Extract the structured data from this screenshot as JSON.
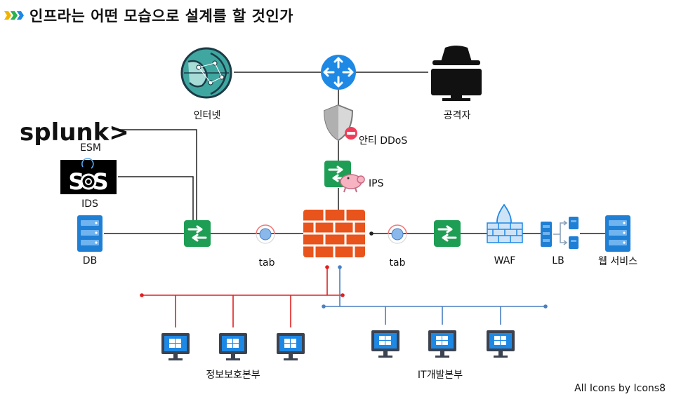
{
  "title": "인프라는 어떤 모습으로 설계를 할 것인가",
  "brand_text": "splunk>",
  "labels": {
    "internet": "인터넷",
    "attacker": "공격자",
    "anti_ddos": "안티 DDoS",
    "ips": "IPS",
    "esm": "ESM",
    "ids": "IDS",
    "db": "DB",
    "tab_left": "tab",
    "tab_right": "tab",
    "waf": "WAF",
    "lb": "LB",
    "web_service": "웹 서비스",
    "security_dept": "정보보호본부",
    "it_dept": "IT개발본부"
  },
  "credit": "All Icons by Icons8",
  "colors": {
    "switch_green": "#1e9e54",
    "router_blue": "#1e88e5",
    "firewall_orange": "#e8541c",
    "server_blue": "#1f7fd4",
    "security_line": "#e02020",
    "it_line": "#4a7fc1",
    "title_accent": "#f0b400"
  }
}
